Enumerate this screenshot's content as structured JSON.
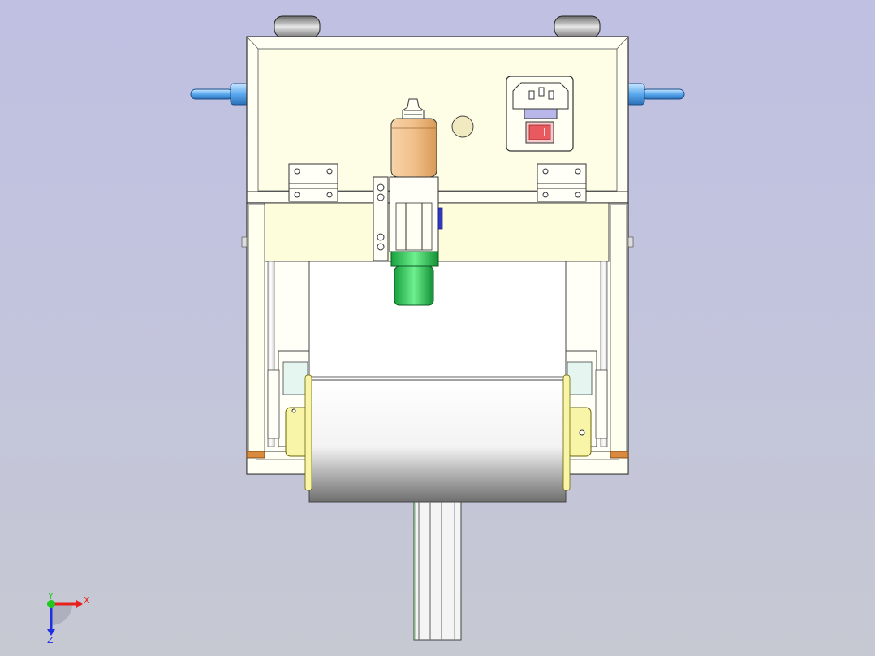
{
  "viewport": {
    "background_top": "#bfc0e2",
    "background_bottom": "#c6c8d2"
  },
  "model": {
    "frame_color": "#fffff0",
    "panel_color": "#fdfddc",
    "belt_color": "#ffffff",
    "motor_color": "#f2c48c",
    "gear_color": "#3fd86a",
    "connector_color": "#6fb7f0",
    "pulley_color": "#f8f4a8",
    "switch_color": "#e8383e",
    "edge_color": "#333333"
  },
  "triad": {
    "x_label": "X",
    "y_label": "Y",
    "z_label": "Z",
    "x_color": "#e8201e",
    "y_color": "#1ec81e",
    "z_color": "#2030e0"
  }
}
